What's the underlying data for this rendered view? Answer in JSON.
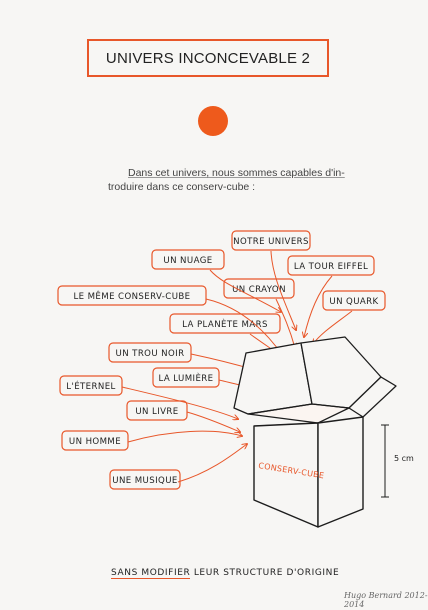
{
  "title": "UNIVERS INCONCEVABLE 2",
  "accent_color": "#ee5a1c",
  "intro": {
    "line1": "Dans cet univers, nous sommes capables d'in-",
    "line2": "troduire dans ce conserv-cube :"
  },
  "labels": [
    "NOTRE UNIVERS",
    "UN NUAGE",
    "LA TOUR EIFFEL",
    "UN CRAYON",
    "LE MÊME CONSERV-CUBE",
    "UN QUARK",
    "LA PLANÈTE MARS",
    "UN TROU NOIR",
    "LA LUMIÈRE",
    "L'ÉTERNEL",
    "UN LIVRE",
    "UN HOMME",
    "UNE MUSIQUE"
  ],
  "cube": {
    "label": "CONSERV-CUBE",
    "dimension": "5 cm"
  },
  "bottom_caption": {
    "underlined": "SANS MODIFIER",
    "rest": " LEUR STRUCTURE D'ORIGINE"
  },
  "signature": "Hugo Bernard 2012-2014"
}
